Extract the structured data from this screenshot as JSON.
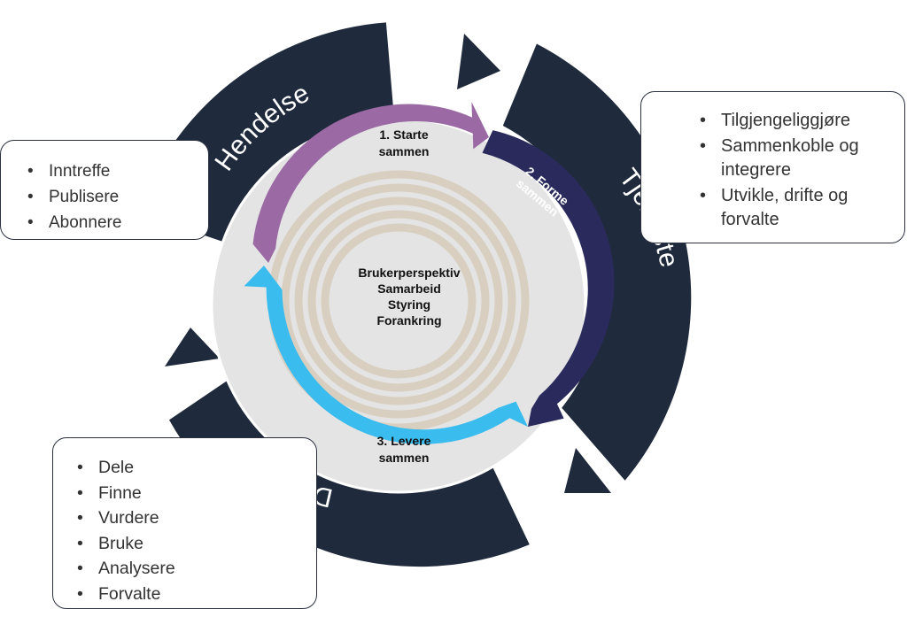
{
  "colors": {
    "outer_ring": "#1f2a3c",
    "inner_disk": "#e4e4e4",
    "arrow_start": "#9b6aa4",
    "arrow_forme": "#2a2b5c",
    "arrow_levere": "#3bbcee",
    "rings": "#d8cfc0",
    "box_border": "#2b3040"
  },
  "segments": {
    "hendelse": "Hendelse",
    "tjeneste": "Tjeneste",
    "data": "Data"
  },
  "arrows": {
    "start_line1": "1. Starte",
    "start_line2": "sammen",
    "forme_line1": "2. Forme",
    "forme_line2": "sammen",
    "levere_line1": "3. Levere",
    "levere_line2": "sammen"
  },
  "center": [
    "Brukerperspektiv",
    "Samarbeid",
    "Styring",
    "Forankring"
  ],
  "boxes": {
    "hendelse": [
      "Inntreffe",
      "Publisere",
      "Abonnere"
    ],
    "tjeneste": [
      "Tilgjengeliggjøre",
      "Sammenkoble og integrere",
      "Utvikle, drifte og forvalte"
    ],
    "data": [
      "Dele",
      "Finne",
      "Vurdere",
      "Bruke",
      "Analysere",
      "Forvalte"
    ]
  }
}
